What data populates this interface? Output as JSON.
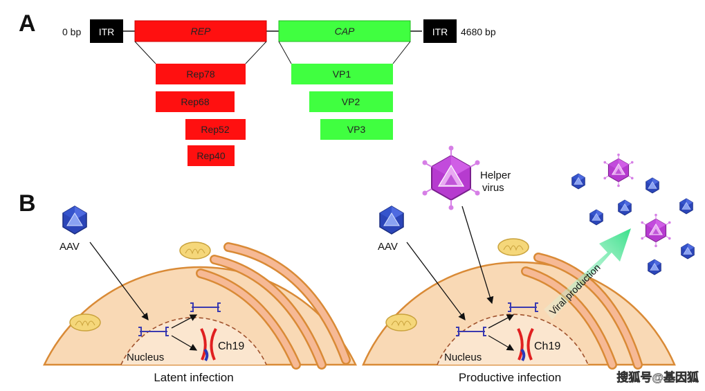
{
  "panel_a": {
    "label": "A",
    "start": "0 bp",
    "end": "4680 bp",
    "itr_left": "ITR",
    "itr_right": "ITR",
    "rep": "REP",
    "cap": "CAP",
    "rep_proteins": [
      "Rep78",
      "Rep68",
      "Rep52",
      "Rep40"
    ],
    "cap_proteins": [
      "VP1",
      "VP2",
      "VP3"
    ],
    "colors": {
      "rep": "#ff0000",
      "cap": "#33ff33",
      "itr": "#000000"
    }
  },
  "panel_b": {
    "label": "B",
    "left": {
      "aav": "AAV",
      "nucleus": "Nucleus",
      "chromosome": "Ch19",
      "caption": "Latent infection"
    },
    "right": {
      "aav": "AAV",
      "helper_line1": "Helper",
      "helper_line2": "virus",
      "nucleus": "Nucleus",
      "chromosome": "Ch19",
      "arrow_label": "Viral production",
      "caption": "Productive infection"
    },
    "colors": {
      "cell": "#f9d9b5",
      "cell_border": "#d98a36",
      "aav": "#3a55c8",
      "helper": "#c23ed3",
      "arrow": "#39e08a"
    }
  },
  "watermark": "搜狐号@基因狐"
}
